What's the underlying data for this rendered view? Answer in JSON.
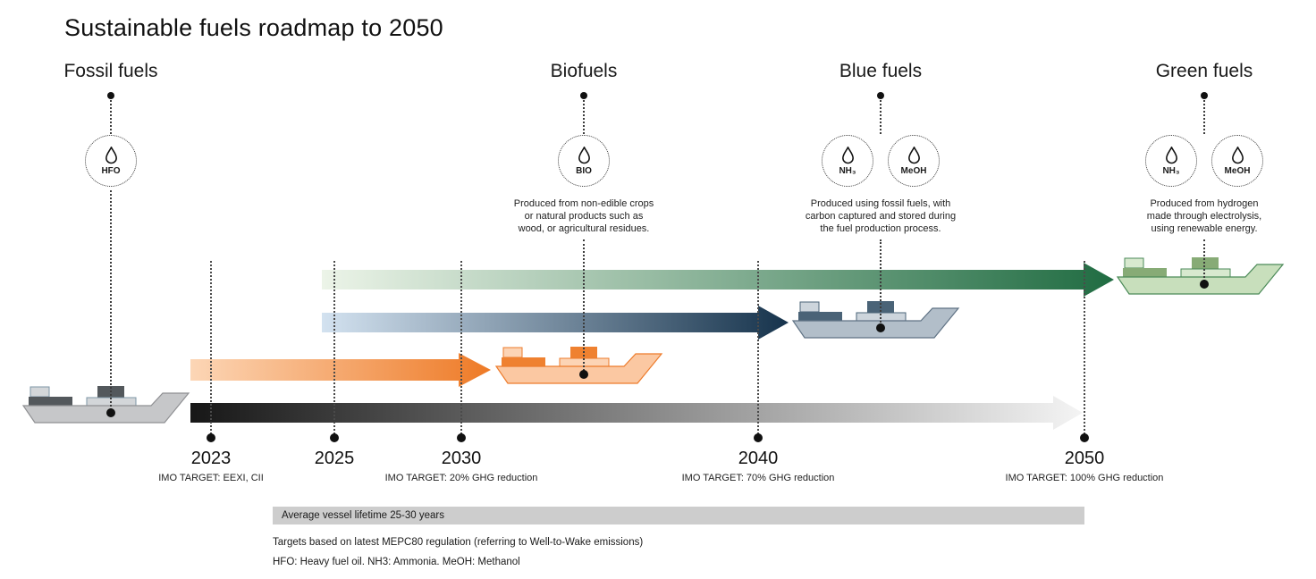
{
  "title": "Sustainable fuels roadmap to 2050",
  "fuel_groups": [
    {
      "label": "Fossil fuels",
      "icons": [
        {
          "code": "HFO"
        }
      ],
      "description": ""
    },
    {
      "label": "Biofuels",
      "icons": [
        {
          "code": "BIO"
        }
      ],
      "description": "Produced from non-edible crops\nor natural products such as\nwood, or agricultural residues."
    },
    {
      "label": "Blue fuels",
      "icons": [
        {
          "code": "NH₃"
        },
        {
          "code": "MeOH"
        }
      ],
      "description": "Produced using fossil fuels, with\ncarbon captured and stored during\nthe fuel production process."
    },
    {
      "label": "Green fuels",
      "icons": [
        {
          "code": "NH₃"
        },
        {
          "code": "MeOH"
        }
      ],
      "description": "Produced from hydrogen\nmade through electrolysis,\nusing renewable energy."
    }
  ],
  "timeline": [
    {
      "year": "2023",
      "target": "IMO TARGET: EEXI, CII"
    },
    {
      "year": "2025",
      "target": ""
    },
    {
      "year": "2030",
      "target": "IMO TARGET: 20% GHG reduction"
    },
    {
      "year": "2040",
      "target": "IMO TARGET: 70% GHG reduction"
    },
    {
      "year": "2050",
      "target": "IMO TARGET: 100% GHG reduction"
    }
  ],
  "arrows": [
    {
      "name": "fossil-pathway",
      "from": "#171717",
      "to": "#f4f4f4"
    },
    {
      "name": "bio-pathway",
      "from": "#fcd6b6",
      "to": "#ee7a26"
    },
    {
      "name": "blue-pathway",
      "from": "#d3e2f0",
      "to": "#16334c"
    },
    {
      "name": "green-pathway",
      "from": "#ecf4e8",
      "to": "#206c42"
    }
  ],
  "footer": {
    "vessel_lifetime": "Average vessel lifetime 25-30 years",
    "footnote_1": "Targets based on latest MEPC80 regulation (referring to Well-to-Wake emissions)",
    "footnote_2": "HFO: Heavy fuel oil. NH3: Ammonia. MeOH: Methanol"
  }
}
